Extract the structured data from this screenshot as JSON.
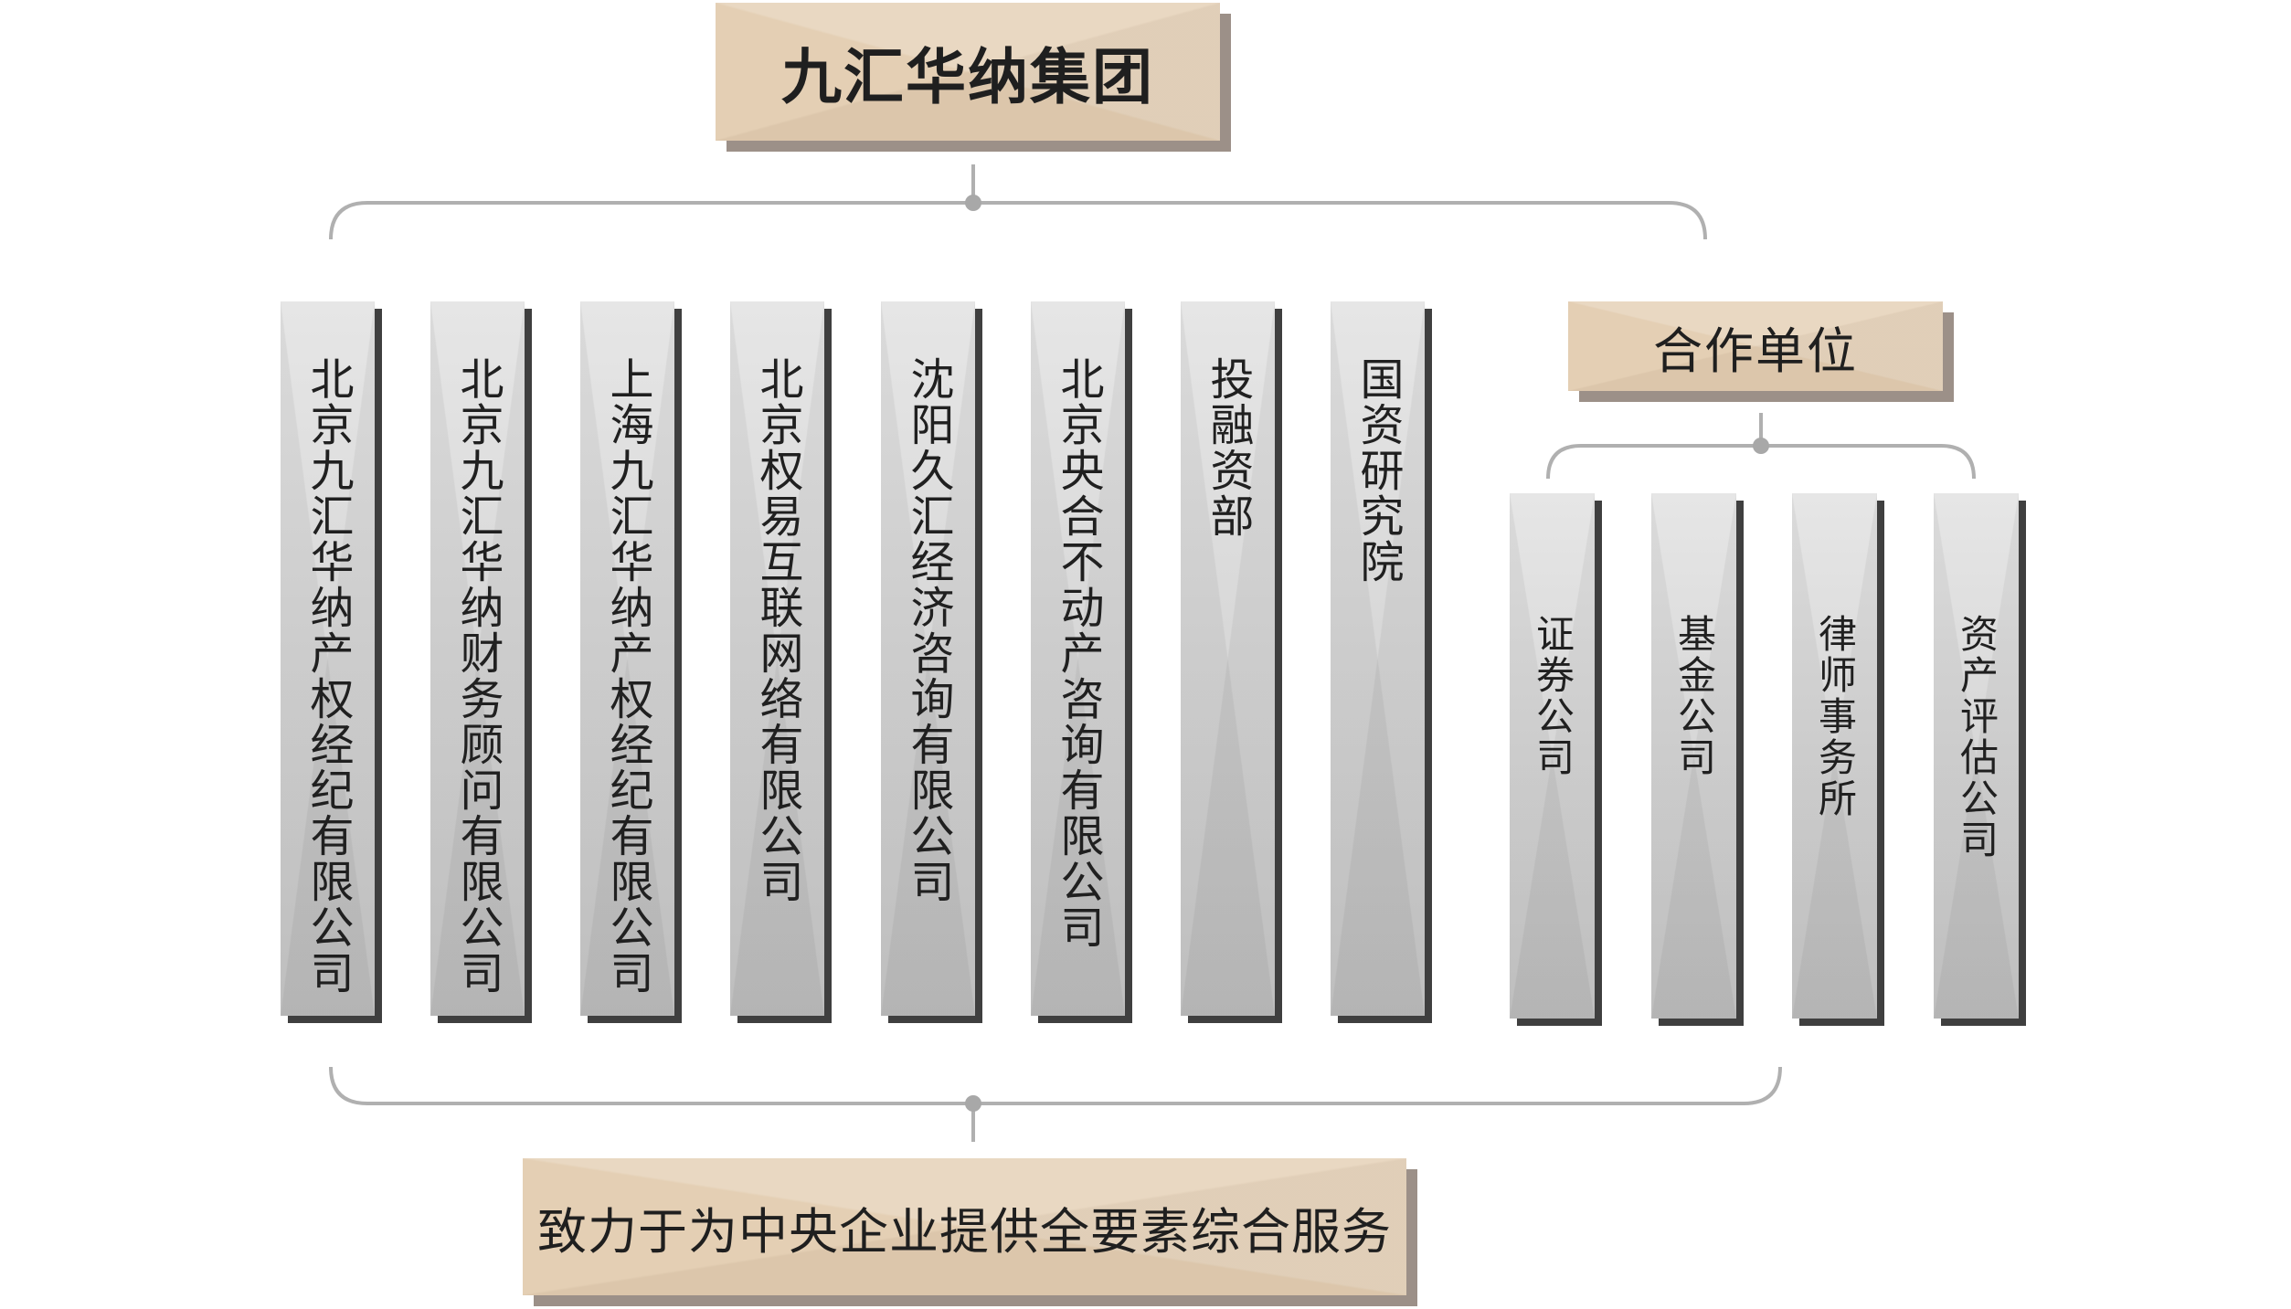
{
  "title": "九汇华纳集团",
  "members": [
    "北京九汇华纳产权经纪有限公司",
    "北京九汇华纳财务顾问有限公司",
    "上海九汇华纳产权经纪有限公司",
    "北京权易互联网络有限公司",
    "沈阳久汇经济咨询有限公司",
    "北京央合不动产咨询有限公司",
    "投融资部",
    "国资研究院"
  ],
  "partners_header": "合作单位",
  "partners": [
    "证券公司",
    "基金公司",
    "律师事务所",
    "资产评估公司"
  ],
  "mission": "致力于为中央企业提供全要素综合服务",
  "colors": {
    "tan": "#e4cfb4",
    "tan_shadow": "#9c9088",
    "column_top": "#e6e6e6",
    "column_bottom": "#c8c8c8",
    "column_shadow": "#3f3f3f",
    "connector": "#b0b0b0"
  }
}
